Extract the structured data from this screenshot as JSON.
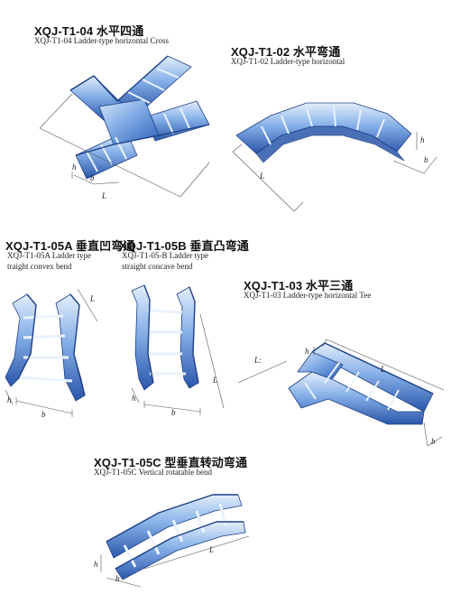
{
  "items": [
    {
      "code": "XQJ-T1-04 水平四通",
      "desc": "XQJ-T1-04  Ladder-type horizontal Cross"
    },
    {
      "code": "XQJ-T1-02 水平弯通",
      "desc": "XQJ-T1-02  Ladder-type horizontal"
    },
    {
      "code": "XQJ-T1-05A 垂直凹弯通",
      "desc": "XQJ-T1-05A  Ladder type",
      "desc2": "traight convex bend"
    },
    {
      "code": "XQJ-T1-05B 垂直凸弯通",
      "desc": "XQJ-T1-05-B  Ladder type",
      "desc2": "straight concave bend"
    },
    {
      "code": "XQJ-T1-03 水平三通",
      "desc": "XQJ-T1-03  Ladder-type horizontal Tee"
    },
    {
      "code": "XQJ-T1-05C 型垂直转动弯通",
      "desc": "XQJ-T1-05C  Vertical rotatable bend"
    }
  ],
  "dimensions": {
    "length": "L",
    "length_colon": "L:",
    "width": "b",
    "height": "h"
  },
  "colors": {
    "metal_light": "#c9ddf5",
    "metal_mid": "#6f9de0",
    "metal_dark": "#2f5fb8",
    "outline": "#1d3f86"
  }
}
